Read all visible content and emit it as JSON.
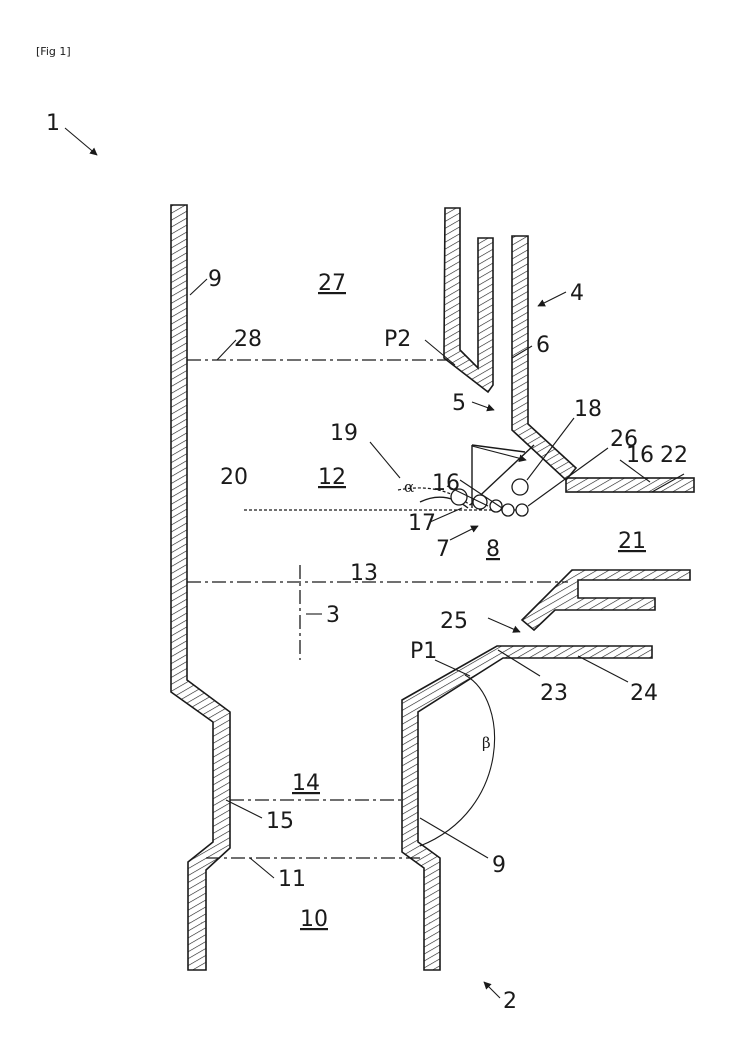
{
  "figure_title": "[Fig 1]",
  "labels": {
    "l1": "1",
    "l2": "2",
    "l3": "3",
    "l4": "4",
    "l5": "5",
    "l6": "6",
    "l7": "7",
    "l8": "8",
    "l9_top": "9",
    "l9_bottom": "9",
    "l10": "10",
    "l11": "11",
    "l12": "12",
    "l13": "13",
    "l14": "14",
    "l15": "15",
    "l16_left": "16",
    "l16_right": "16",
    "l17": "17",
    "l18": "18",
    "l19": "19",
    "l20": "20",
    "l21": "21",
    "l22": "22",
    "l23": "23",
    "l24": "24",
    "l25": "25",
    "l26": "26",
    "l27": "27",
    "l28": "28",
    "p1": "P1",
    "p2": "P2",
    "alpha": "α",
    "beta": "β"
  }
}
